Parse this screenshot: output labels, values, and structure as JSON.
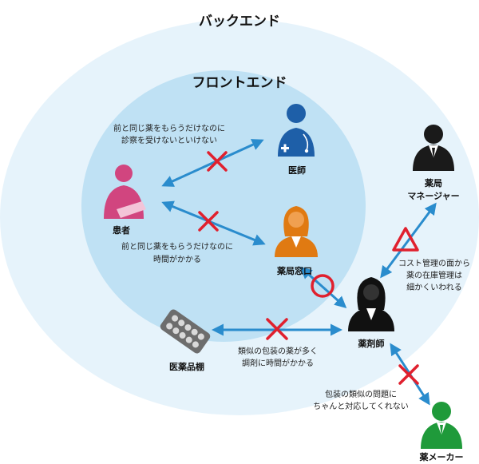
{
  "regions": {
    "backend": "バックエンド",
    "frontend": "フロントエンド"
  },
  "nodes": {
    "doctor": "医師",
    "patient": "患者",
    "pharmacy_window": "薬局窓口",
    "pharmacy_manager": [
      "薬局",
      "マネージャー"
    ],
    "pharmacist": "薬剤師",
    "medicine_shelf": "医薬品棚",
    "manufacturer": "薬メーカー"
  },
  "notes": {
    "patient_doctor": [
      "前と同じ薬をもらうだけなのに",
      "診察を受けないといけない"
    ],
    "patient_window": [
      "前と同じ薬をもらうだけなのに",
      "時間がかかる"
    ],
    "pharmacist_manager": [
      "コスト管理の面から",
      "薬の在庫管理は",
      "細かくいわれる"
    ],
    "shelf_pharmacist": [
      "類似の包装の薬が多く",
      "調剤に時間がかかる"
    ],
    "pharmacist_manufacturer": [
      "包装の類似の問題に",
      "ちゃんと対応してくれない"
    ]
  },
  "colors": {
    "outer_region": "#e6f3fb",
    "inner_region": "#bfe1f4",
    "doctor": "#1e5fa8",
    "patient": "#d1457f",
    "pharmacy_window": "#e07a12",
    "pharmacist": "#111111",
    "pharmacy_manager": "#1a1a1a",
    "manufacturer": "#1f9a3a",
    "arrow": "#2a8ccd",
    "bad_mark": "#e0202e",
    "warn_mark": "#e0202e",
    "good_mark": "#e0202e"
  },
  "icons": {
    "doctor": "doctor-icon",
    "patient": "patient-icon",
    "pharmacy_window": "staff-woman-icon",
    "pharmacist": "pharmacist-woman-icon",
    "pharmacy_manager": "businessman-icon",
    "manufacturer": "businessman-icon",
    "medicine_shelf": "pill-pack-icon"
  }
}
